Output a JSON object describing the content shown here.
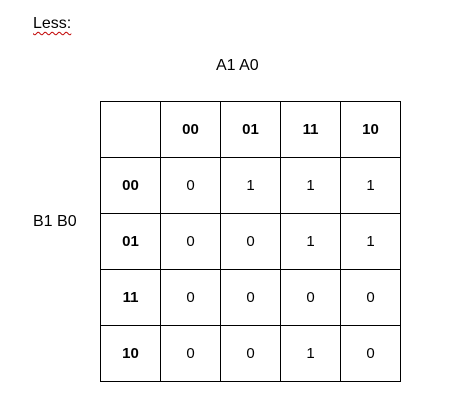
{
  "title": "Less:",
  "col_variables": "A1 A0",
  "row_variables": "B1 B0",
  "table": {
    "column_headers": [
      "00",
      "01",
      "11",
      "10"
    ],
    "rows": [
      {
        "header": "00",
        "cells": [
          "0",
          "1",
          "1",
          "1"
        ]
      },
      {
        "header": "01",
        "cells": [
          "0",
          "0",
          "1",
          "1"
        ]
      },
      {
        "header": "11",
        "cells": [
          "0",
          "0",
          "0",
          "0"
        ]
      },
      {
        "header": "10",
        "cells": [
          "0",
          "0",
          "1",
          "0"
        ]
      }
    ]
  }
}
